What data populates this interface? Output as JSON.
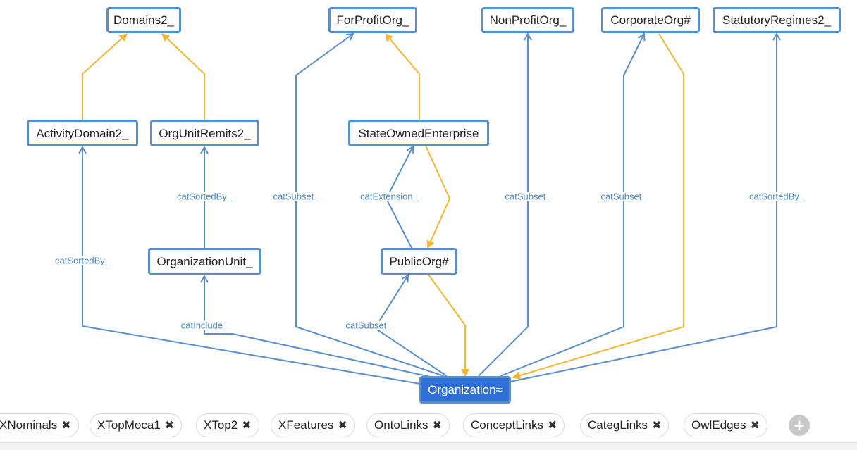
{
  "colors": {
    "edge_blue": "#5b8fcb",
    "edge_orange": "#f5b731",
    "selected_fill": "#2f6fd6",
    "label_blue": "#4a86c8"
  },
  "nodes": {
    "domains2": "Domains2_",
    "forprofitorg": "ForProfitOrg_",
    "nonprofitorg": "NonProfitOrg_",
    "corporateorg": "CorporateOrg#",
    "statutoryregimes2": "StatutoryRegimes2_",
    "activitydomain2": "ActivityDomain2_",
    "orgunitremits2": "OrgUnitRemits2_",
    "stateownedenterprise": "StateOwnedEnterprise",
    "organizationunit": "OrganizationUnit_",
    "publicorg": "PublicOrg#",
    "organization": "Organization≈"
  },
  "edge_labels": {
    "org_to_activitydomain": "catSortedBy_",
    "org_to_orgunit": "catInclude_",
    "orgunit_to_orgunitremits": "catSortedBy_",
    "org_to_forprofit": "catSubset_",
    "publicorg_to_soe": "catExtension_",
    "org_to_publicorg": "catSubset_",
    "org_to_nonprofit": "catSubset_",
    "org_to_corporate": "catSubset_",
    "org_to_statutory": "catSortedBy_"
  },
  "tabs": [
    {
      "label": "XNominals"
    },
    {
      "label": "XTopMoca1"
    },
    {
      "label": "XTop2"
    },
    {
      "label": "XFeatures"
    },
    {
      "label": "OntoLinks"
    },
    {
      "label": "ConceptLinks"
    },
    {
      "label": "CategLinks"
    },
    {
      "label": "OwlEdges"
    }
  ],
  "tab_close_icon": "✖",
  "add_tab_icon": "+"
}
